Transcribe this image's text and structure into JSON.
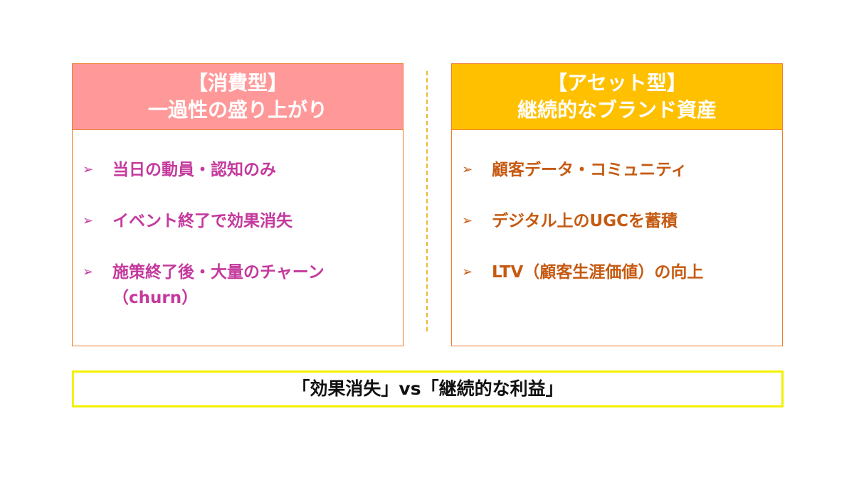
{
  "left": {
    "title_line1": "【消費型】",
    "title_line2": "一過性の盛り上がり",
    "color": "#FF9999",
    "items": [
      "当日の動員・認知のみ",
      "イベント終了で効果消失",
      "施策終了後・大量のチャーン（churn）"
    ]
  },
  "right": {
    "title_line1": "【アセット型】",
    "title_line2": "継続的なブランド資産",
    "color": "#FFC000",
    "items": [
      "顧客データ・コミュニティ",
      "デジタル上のUGCを蓄積",
      "LTV（顧客生涯価値）の向上"
    ]
  },
  "bullet": "➢",
  "summary": "「効果消失」vs「継続的な利益」"
}
